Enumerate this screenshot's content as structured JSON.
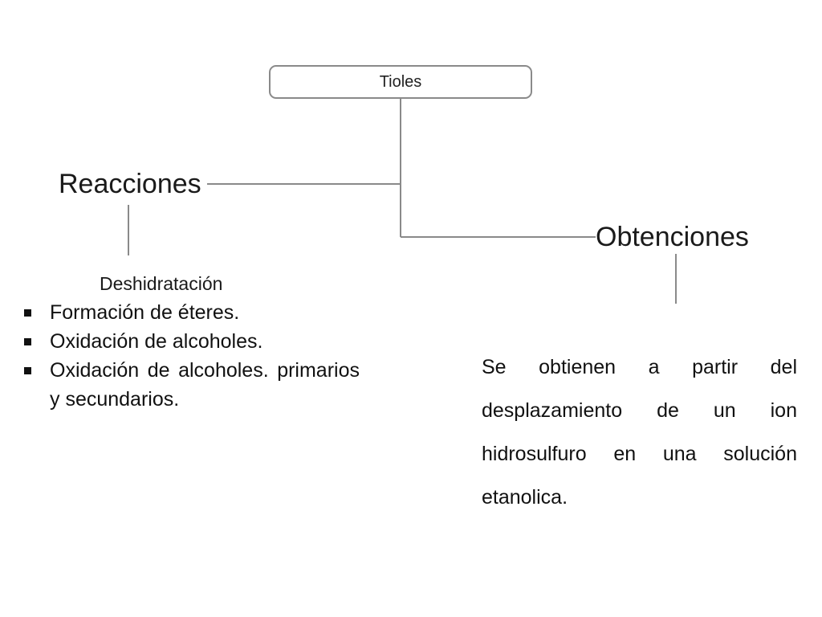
{
  "root": {
    "label": "Tioles"
  },
  "branches": {
    "left": {
      "title": "Reacciones",
      "subheading": "Deshidratación",
      "items": [
        "Formación de éteres.",
        "Oxidación de alcoholes.",
        "Oxidación de alcoholes. primarios y secundarios."
      ]
    },
    "right": {
      "title": "Obtenciones",
      "description": "Se obtienen a partir del desplazamiento de un ion hidrosulfuro en una solución etanolica."
    }
  },
  "colors": {
    "connector": "#8a8a8a",
    "box_border": "#8a8a8a",
    "text": "#111111"
  }
}
